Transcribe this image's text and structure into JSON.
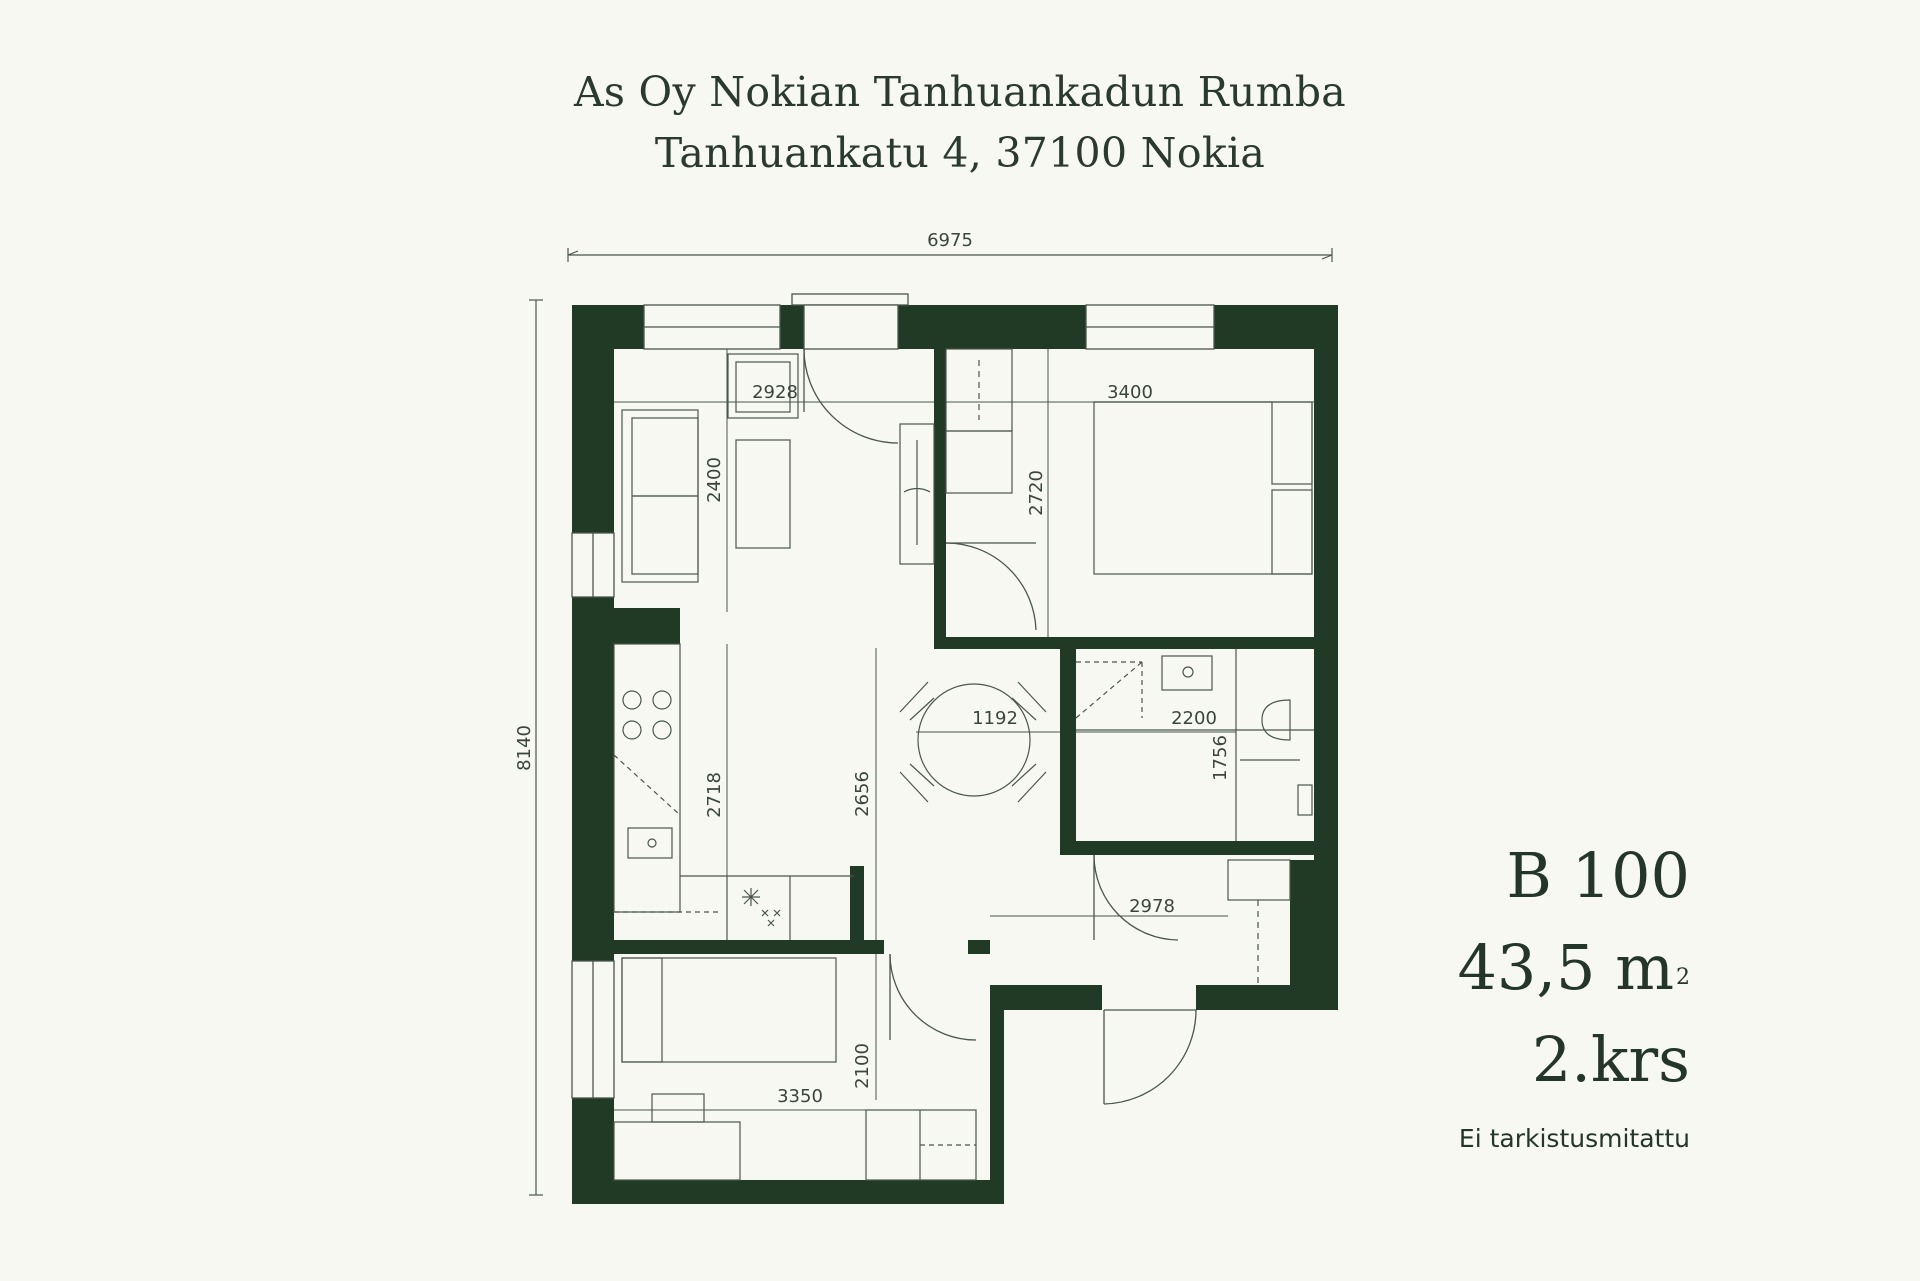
{
  "header": {
    "line1": "As Oy Nokian Tanhuankadun Rumba",
    "line2": "Tanhuankatu 4, 37100 Nokia"
  },
  "apartment": {
    "code": "B 100",
    "area_value": "43,5 m",
    "area_sup": "2",
    "floor": "2.krs",
    "note": "Ei tarkistusmitattu"
  },
  "dimensions": {
    "overall_width": "6975",
    "overall_height": "8140",
    "living_width": "2928",
    "living_depth": "2400",
    "bedroom_width": "3400",
    "bedroom_depth": "2720",
    "dining": "1192",
    "bath_width": "2200",
    "bath_depth": "1756",
    "kitchen_depth": "2718",
    "hall_depth": "2656",
    "entry_width": "2978",
    "room2_width": "3350",
    "room2_depth": "2100"
  },
  "colors": {
    "wall": "#213a26",
    "line": "#4a564c",
    "background": "#f7f8f2"
  }
}
